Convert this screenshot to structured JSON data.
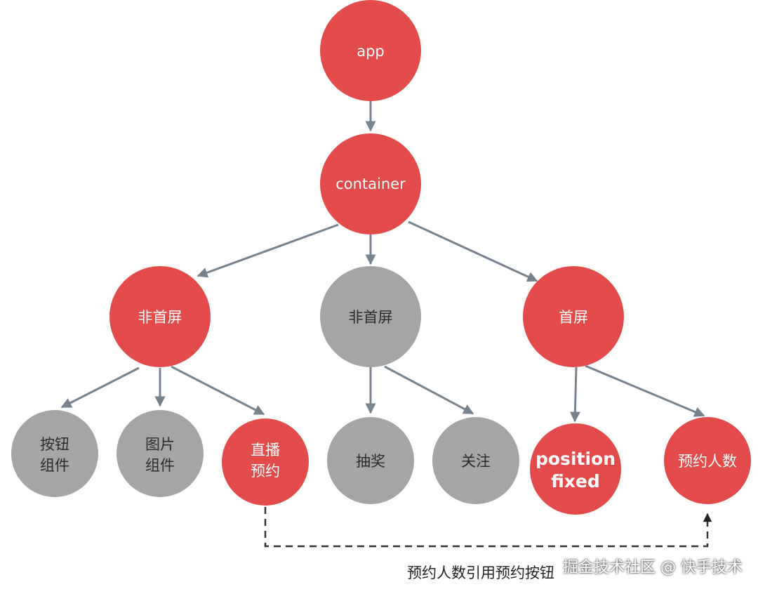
{
  "nodes": {
    "app": "app",
    "container": "container",
    "left_non_first_screen": "非首屏",
    "middle_non_first_screen": "非首屏",
    "first_screen": "首屏",
    "button_component": [
      "按钮",
      "组件"
    ],
    "image_component": [
      "图片",
      "组件"
    ],
    "live_reservation": [
      "直播",
      "预约"
    ],
    "lottery": "抽奖",
    "follow": "关注",
    "position_fixed": [
      "position",
      "fixed"
    ],
    "reservation_count": "预约人数"
  },
  "caption": "预约人数引用预约按钮",
  "watermark": "掘金技术社区 @ 快手技术",
  "colors": {
    "active": "#e34b4b",
    "inactive": "#a5a5a5",
    "edge": "#76838f"
  }
}
